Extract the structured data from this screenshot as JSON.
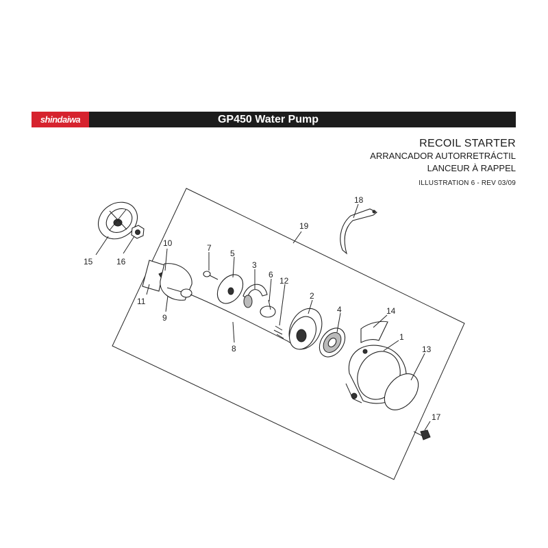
{
  "header": {
    "brand": "shindaiwa",
    "product_title": "GP450 Water Pump"
  },
  "titles": {
    "english": "RECOIL STARTER",
    "spanish": "ARRANCADOR AUTORRETRÁCTIL",
    "french": "LANCEUR À RAPPEL",
    "illustration": "ILLUSTRATION 6 - REV 03/09"
  },
  "callouts": {
    "c1": "1",
    "c2": "2",
    "c3": "3",
    "c4": "4",
    "c5": "5",
    "c6": "6",
    "c7": "7",
    "c8": "8",
    "c9": "9",
    "c10": "10",
    "c11": "11",
    "c12": "12",
    "c13": "13",
    "c14": "14",
    "c15": "15",
    "c16": "16",
    "c17": "17",
    "c18": "18",
    "c19": "19"
  },
  "colors": {
    "brand_red": "#d6232e",
    "bar_black": "#1c1c1c",
    "line": "#222222"
  }
}
